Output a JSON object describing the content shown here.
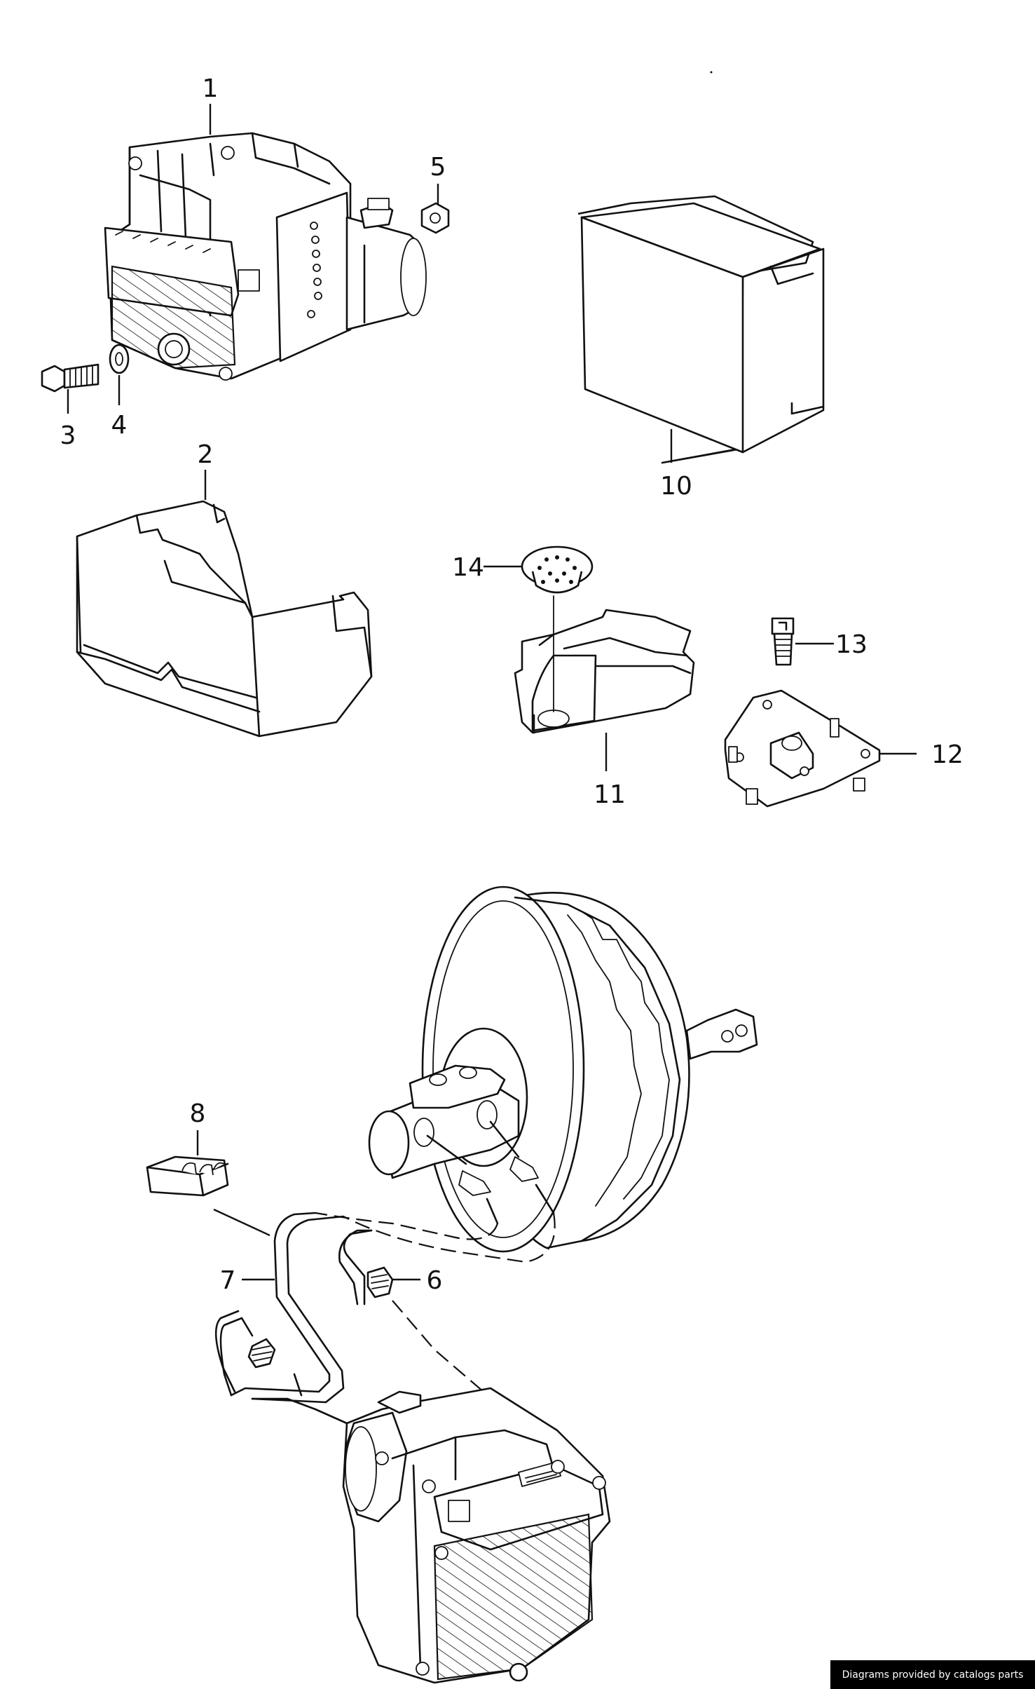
{
  "callouts": [
    {
      "id": "1",
      "label": "1"
    },
    {
      "id": "2",
      "label": "2"
    },
    {
      "id": "3",
      "label": "3"
    },
    {
      "id": "4",
      "label": "4"
    },
    {
      "id": "5",
      "label": "5"
    },
    {
      "id": "6",
      "label": "6"
    },
    {
      "id": "7",
      "label": "7"
    },
    {
      "id": "8",
      "label": "8"
    },
    {
      "id": "10",
      "label": "10"
    },
    {
      "id": "11",
      "label": "11"
    },
    {
      "id": "12",
      "label": "12"
    },
    {
      "id": "13",
      "label": "13"
    },
    {
      "id": "14",
      "label": "14"
    }
  ],
  "footer": {
    "text": "Diagrams provided by catalogs parts"
  }
}
